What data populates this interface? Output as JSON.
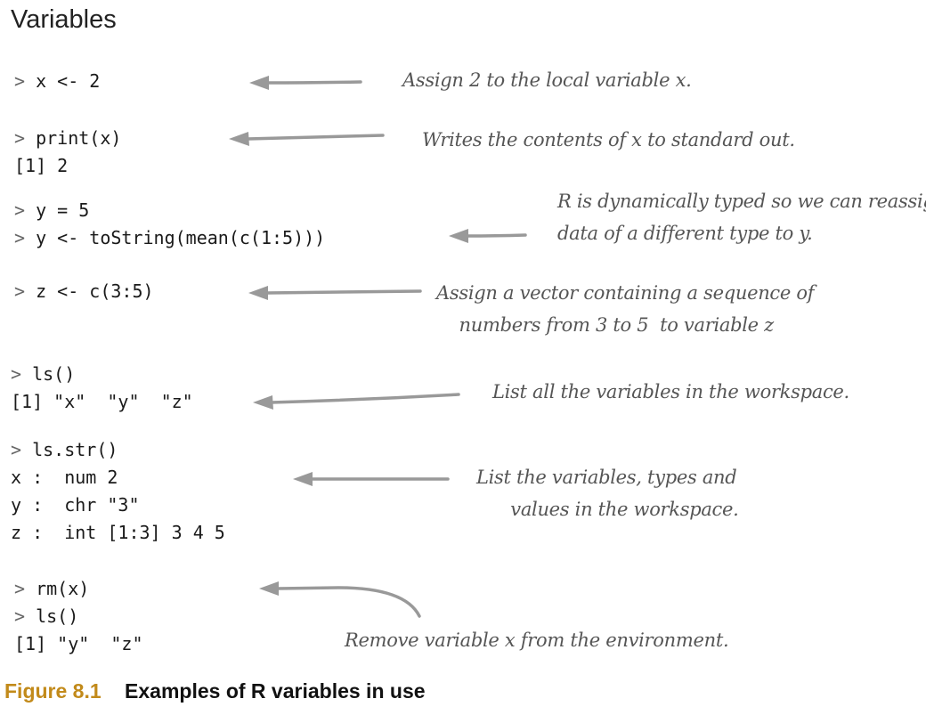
{
  "title": "Variables",
  "code_blocks": [
    {
      "lines": [
        {
          "prompt": ">",
          "code": "x <- 2"
        }
      ]
    },
    {
      "lines": [
        {
          "prompt": ">",
          "code": "print(x)"
        },
        {
          "prompt": "",
          "code": "[1] 2"
        }
      ]
    },
    {
      "lines": [
        {
          "prompt": ">",
          "code": "y = 5"
        },
        {
          "prompt": ">",
          "code": "y <- toString(mean(c(1:5)))"
        }
      ]
    },
    {
      "lines": [
        {
          "prompt": ">",
          "code": "z <- c(3:5)"
        }
      ]
    },
    {
      "lines": [
        {
          "prompt": ">",
          "code": "ls()"
        },
        {
          "prompt": "",
          "code": "[1] \"x\"  \"y\"  \"z\""
        }
      ]
    },
    {
      "lines": [
        {
          "prompt": ">",
          "code": "ls.str()"
        },
        {
          "prompt": "",
          "code": "x :  num 2"
        },
        {
          "prompt": "",
          "code": "y :  chr \"3\""
        },
        {
          "prompt": "",
          "code": "z :  int [1:3] 3 4 5"
        }
      ]
    },
    {
      "lines": [
        {
          "prompt": ">",
          "code": "rm(x)"
        },
        {
          "prompt": ">",
          "code": "ls()"
        },
        {
          "prompt": "",
          "code": "[1] \"y\"  \"z\""
        }
      ]
    }
  ],
  "annotations": [
    {
      "text": "Assign 2 to the local variable x."
    },
    {
      "text": "Writes the contents of x to standard out."
    },
    {
      "text": "R is dynamically typed so we can reassign\ndata of a different type to y."
    },
    {
      "text": "Assign a vector containing a sequence of\n    numbers from 3 to 5  to variable z"
    },
    {
      "text": "List all the variables in the workspace."
    },
    {
      "text": "List the variables, types and\n      values in the workspace."
    },
    {
      "text": "Remove variable x from the environment."
    }
  ],
  "caption": {
    "figure": "Figure 8.1",
    "text": "Examples of R variables in use"
  },
  "colors": {
    "arrow": "#999999",
    "figure_label": "#c28a1a"
  }
}
